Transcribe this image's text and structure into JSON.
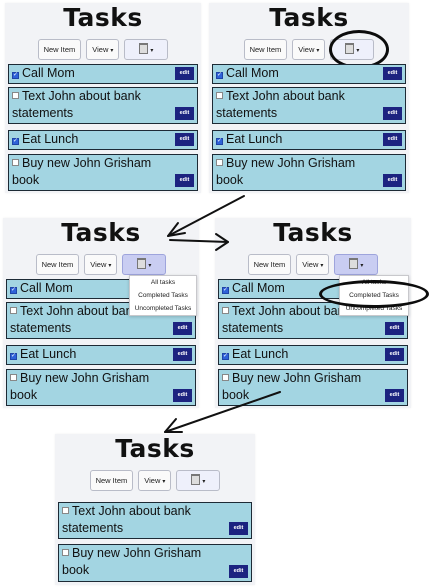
{
  "app_title": "Tasks",
  "toolbar": {
    "new_item_label": "New Item",
    "view_label": "View",
    "dropdown_arrow": "▾"
  },
  "filter_menu": {
    "options": [
      "All tasks",
      "Completed Tasks",
      "Uncompleted Tasks"
    ]
  },
  "tasks": {
    "call_mom": "Call Mom",
    "text_john": "Text John about bank statements",
    "eat_lunch": "Eat Lunch",
    "buy_book": "Buy new John Grisham book"
  },
  "edit_label": "edit",
  "check_mark": "✓",
  "colors": {
    "task_bg": "#a3d5e2",
    "edit_button": "#1c2380",
    "checkbox_checked": "#2f62d8",
    "panel_bg": "#f2f3f6"
  },
  "icons": {
    "filter": "trash-can-icon",
    "edit": "edit-button",
    "flow": "arrow-icon"
  }
}
